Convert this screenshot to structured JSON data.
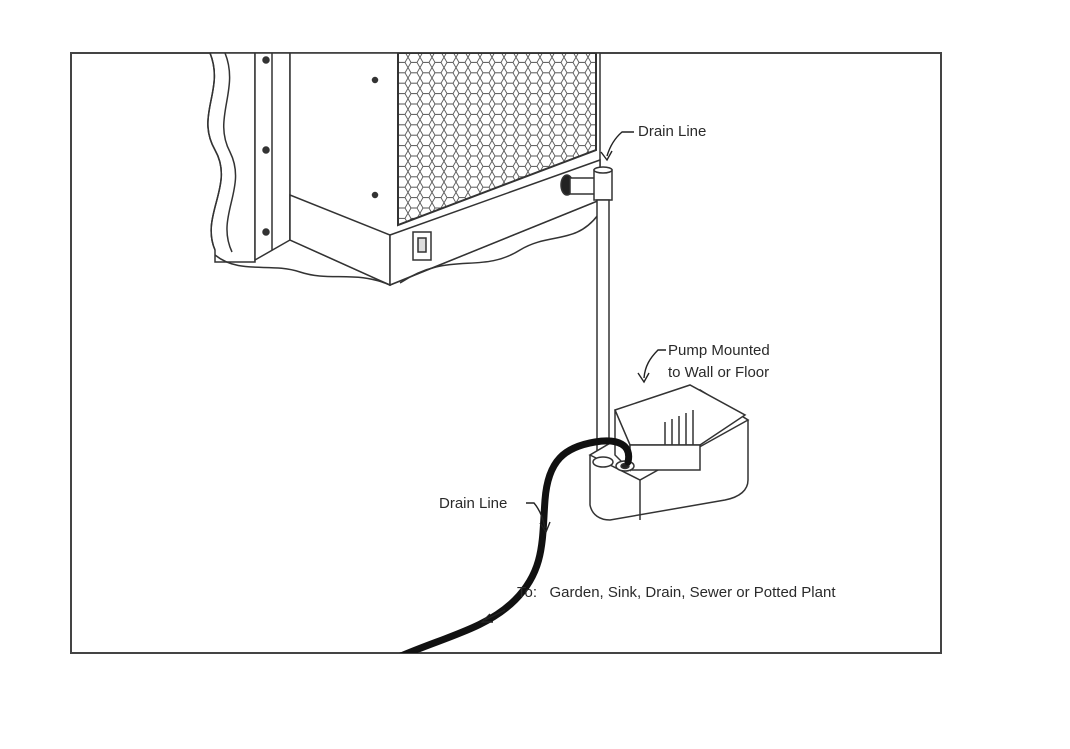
{
  "labels": {
    "drain_line_top": "Drain Line",
    "pump_line1": "Pump Mounted",
    "pump_line2": "to Wall or Floor",
    "drain_line_bottom": "Drain Line",
    "destination": "To:   Garden, Sink, Drain, Sewer or Potted Plant"
  },
  "icons": {
    "unit": "dehumidifier-unit-icon",
    "pump": "condensate-pump-icon",
    "hose": "drain-hose-icon",
    "arrow": "arrow-icon"
  },
  "colors": {
    "line": "#333333",
    "hose": "#111111",
    "frame": "#444444",
    "background": "#ffffff"
  }
}
